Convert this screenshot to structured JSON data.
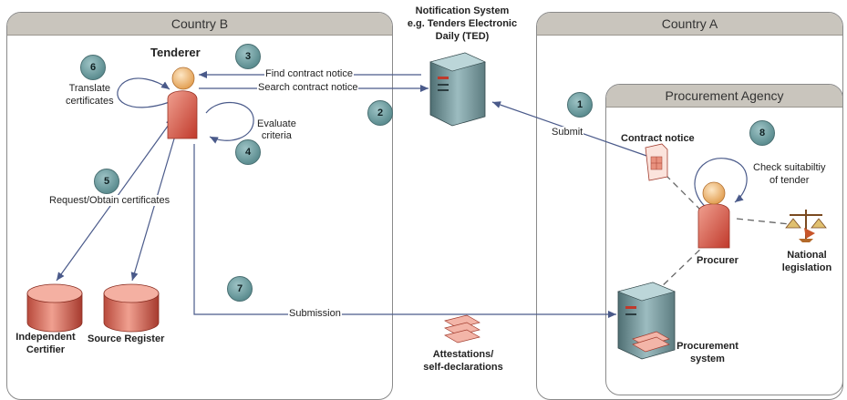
{
  "regions": {
    "country_b": "Country B",
    "country_a": "Country A",
    "agency": "Procurement Agency"
  },
  "notification": {
    "title_line1": "Notification System",
    "title_line2": "e.g. Tenders Electronic",
    "title_line3": "Daily (TED)"
  },
  "actors": {
    "tenderer": "Tenderer",
    "procurer": "Procurer",
    "national_line1": "National",
    "national_line2": "legislation",
    "certifier_line1": "Independent",
    "certifier_line2": "Certifier",
    "source_register": "Source Register",
    "proc_system_line1": "Procurement",
    "proc_system_line2": "system",
    "attest_line1": "Attestations/",
    "attest_line2": "self-declarations",
    "contract_notice": "Contract notice"
  },
  "flows": {
    "find": "Find contract notice",
    "search": "Search contract notice",
    "evaluate_line1": "Evaluate",
    "evaluate_line2": "criteria",
    "translate_line1": "Translate",
    "translate_line2": "certificates",
    "request": "Request/Obtain certificates",
    "submission": "Submission",
    "submit": "Submit",
    "check_line1": "Check suitabiltiy",
    "check_line2": "of tender"
  },
  "steps": [
    "1",
    "2",
    "3",
    "4",
    "5",
    "6",
    "7",
    "8"
  ]
}
